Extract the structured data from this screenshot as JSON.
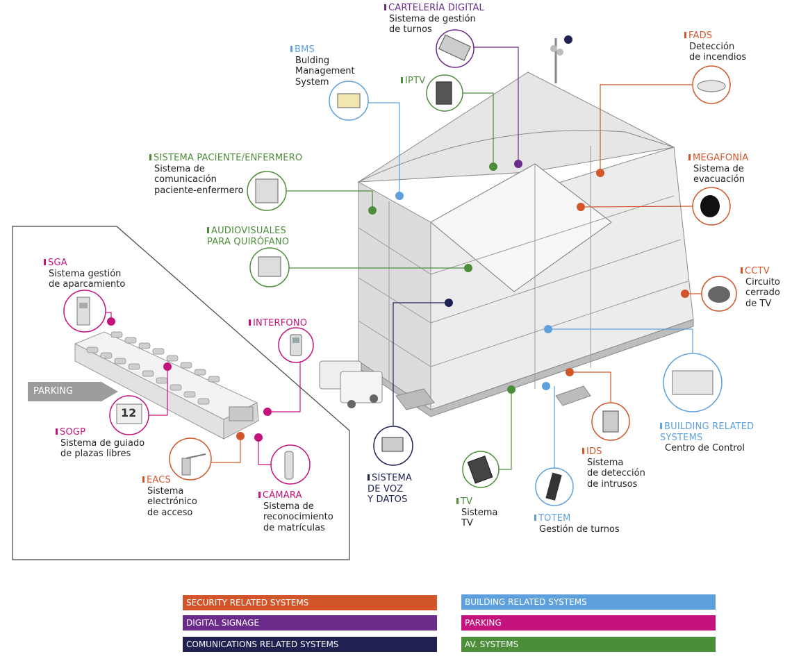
{
  "colors": {
    "security": "#d2562a",
    "digital_signage": "#6a2b8a",
    "communications": "#1e2152",
    "building": "#5ea0dc",
    "parking": "#c4137d",
    "av": "#4c8d3a"
  },
  "labels": {
    "carteleria": {
      "title": "CARTELERÍA DIGITAL",
      "desc": "Sistema de gestión\nde turnos"
    },
    "bms": {
      "title": "BMS",
      "desc": "Bulding\nManagement\nSystem"
    },
    "iptv": {
      "title": "IPTV",
      "desc": ""
    },
    "fads": {
      "title": "FADS",
      "desc": "Detección\nde incendios"
    },
    "megafonia": {
      "title": "MEGAFONÍA",
      "desc": "Sistema de\nevacuación"
    },
    "cctv": {
      "title": "CCTV",
      "desc": "Circuito\ncerrado\nde TV"
    },
    "paciente": {
      "title": "SISTEMA PACIENTE/ENFERMERO",
      "desc": "Sistema de\ncomunicación\npaciente-enfermero"
    },
    "audiovisuales": {
      "title": "AUDIOVISUALES\nPARA QUIRÓFANO",
      "desc": ""
    },
    "sga": {
      "title": "SGA",
      "desc": "Sistema gestión\nde aparcamiento"
    },
    "interfono": {
      "title": "INTERFONO",
      "desc": ""
    },
    "sogp": {
      "title": "SOGP",
      "desc": "Sistema de guiado\nde plazas libres"
    },
    "eacs": {
      "title": "EACS",
      "desc": "Sistema\nelectrónico\nde acceso"
    },
    "camara": {
      "title": "CÁMARA",
      "desc": "Sistema de\nreconocimiento\nde matrículas"
    },
    "voz": {
      "title": "SISTEMA\nDE VOZ\nY DATOS",
      "desc": ""
    },
    "tv": {
      "title": "TV",
      "desc": "Sistema\nTV"
    },
    "totem": {
      "title": "TOTEM",
      "desc": "Gestión de turnos"
    },
    "ids": {
      "title": "IDS",
      "desc": "Sistema\nde detección\nde intrusos"
    },
    "brs": {
      "title": "BUILDING RELATED\nSYSTEMS",
      "desc": "Centro de Control"
    }
  },
  "parking_sign": "PARKING",
  "parking_slot_number": "12",
  "legend": [
    {
      "label": "SECURITY RELATED SYSTEMS",
      "color": "#d2562a"
    },
    {
      "label": "BUILDING RELATED SYSTEMS",
      "color": "#5ea0dc"
    },
    {
      "label": "DIGITAL SIGNAGE",
      "color": "#6a2b8a"
    },
    {
      "label": "PARKING",
      "color": "#c4137d"
    },
    {
      "label": "COMUNICATIONS RELATED SYSTEMS",
      "color": "#1e2152"
    },
    {
      "label": "AV. SYSTEMS",
      "color": "#4c8d3a"
    }
  ]
}
